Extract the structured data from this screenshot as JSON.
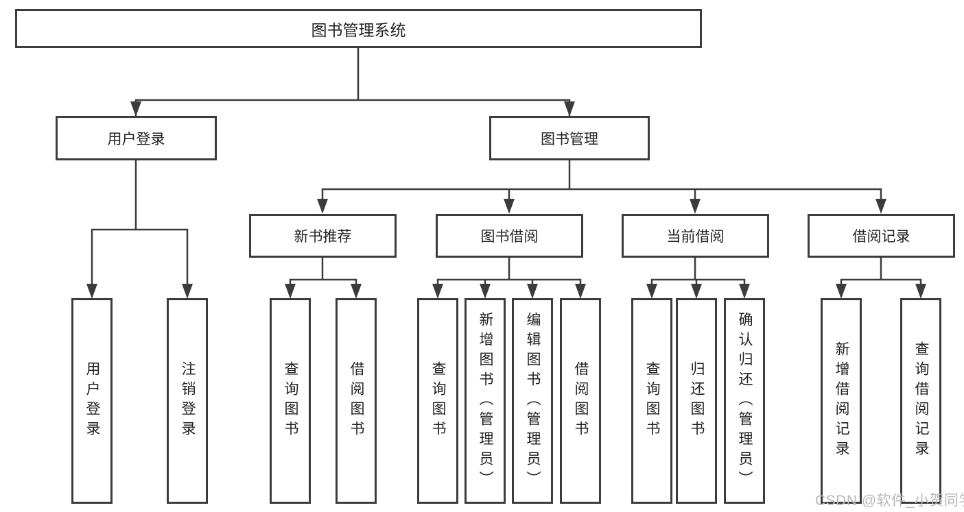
{
  "diagram": {
    "nodes": {
      "root": {
        "label": "图书管理系统"
      },
      "login": {
        "label": "用户登录"
      },
      "mgmt": {
        "label": "图书管理"
      },
      "login_user": {
        "label": "用户登录"
      },
      "login_logout": {
        "label": "注销登录"
      },
      "rec": {
        "label": "新书推荐"
      },
      "borrow": {
        "label": "图书借阅"
      },
      "current": {
        "label": "当前借阅"
      },
      "records": {
        "label": "借阅记录"
      },
      "rec_query": {
        "label": "查询图书"
      },
      "rec_borrow": {
        "label": "借阅图书"
      },
      "borrow_query": {
        "label": "查询图书"
      },
      "borrow_add": {
        "label": "新增图书（管理员）"
      },
      "borrow_edit": {
        "label": "编辑图书（管理员）"
      },
      "borrow_lend": {
        "label": "借阅图书"
      },
      "current_query": {
        "label": "查询图书"
      },
      "current_return": {
        "label": "归还图书"
      },
      "current_confirm": {
        "label": "确认归还（管理员）"
      },
      "records_add": {
        "label": "新增借阅记录"
      },
      "records_query": {
        "label": "查询借阅记录"
      }
    },
    "watermark": "CSDN @软件_小贺同学",
    "colors": {
      "line": "#3c3c3c",
      "text": "#212121",
      "watermark": "#b6b8bb",
      "background": "#ffffff"
    }
  }
}
